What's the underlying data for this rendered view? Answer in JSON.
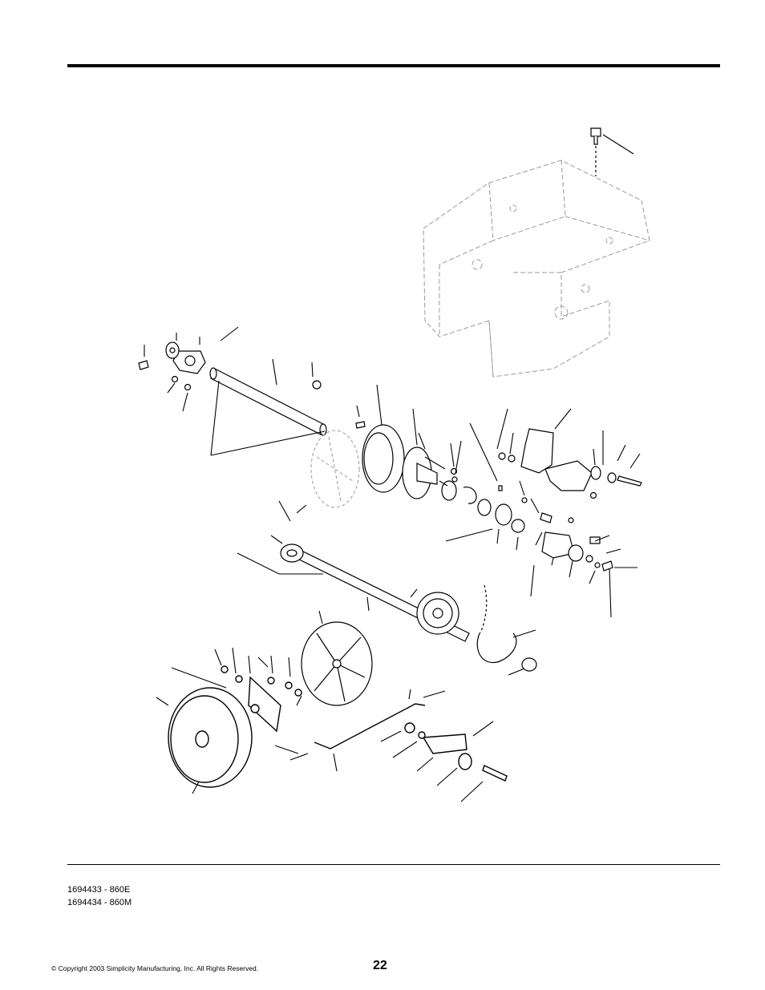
{
  "header": {
    "rule": "top"
  },
  "footer": {
    "models": [
      "1694433 - 860E",
      "1694434 - 860M"
    ],
    "copyright": "© Copyright 2003 Simplicity Manufacturing, Inc. All Rights Reserved.",
    "page_number": "22"
  },
  "colors": {
    "line": "#000000",
    "phantom": "#9a9a9a",
    "background": "#ffffff"
  }
}
